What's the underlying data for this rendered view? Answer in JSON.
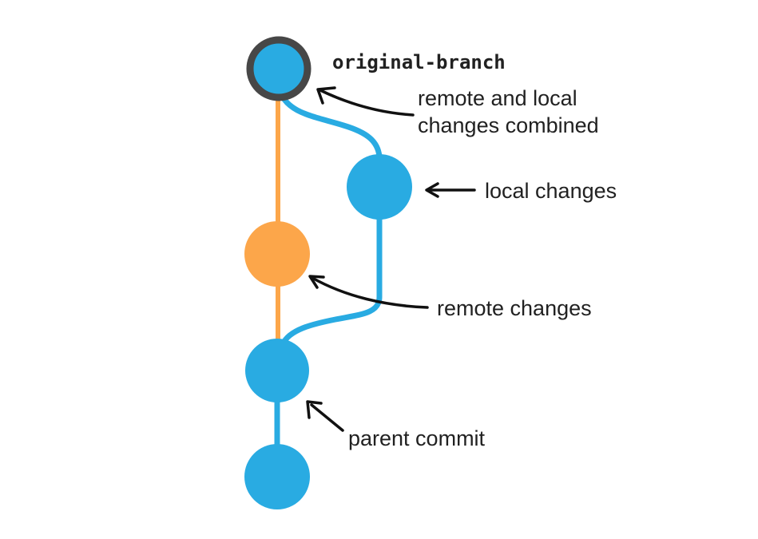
{
  "diagram": {
    "type": "git-commit-graph",
    "colors": {
      "blue": "#29ABE2",
      "orange": "#FCA64A",
      "ring": "#474747",
      "arrow": "#111111",
      "text": "#212121",
      "background": "#FFFFFF"
    },
    "branch_label": "original-branch",
    "annotations": {
      "combined_line1": "remote and local",
      "combined_line2": "changes combined",
      "local": "local changes",
      "remote": "remote changes",
      "parent": "parent commit"
    },
    "nodes": [
      {
        "id": "merged-head",
        "color": "blue",
        "ring": true,
        "label": "original-branch",
        "annotation": "remote and local changes combined"
      },
      {
        "id": "local-commit",
        "color": "blue",
        "ring": false,
        "annotation": "local changes"
      },
      {
        "id": "remote-commit",
        "color": "orange",
        "ring": false,
        "annotation": "remote changes"
      },
      {
        "id": "parent-commit",
        "color": "blue",
        "ring": false,
        "annotation": "parent commit"
      },
      {
        "id": "base-commit",
        "color": "blue",
        "ring": false,
        "annotation": ""
      }
    ],
    "edges": [
      {
        "from": "merged-head",
        "to": "remote-commit",
        "color": "orange"
      },
      {
        "from": "remote-commit",
        "to": "parent-commit",
        "color": "orange"
      },
      {
        "from": "merged-head",
        "to": "local-commit",
        "color": "blue"
      },
      {
        "from": "local-commit",
        "to": "parent-commit",
        "color": "blue"
      },
      {
        "from": "parent-commit",
        "to": "base-commit",
        "color": "blue"
      }
    ]
  }
}
